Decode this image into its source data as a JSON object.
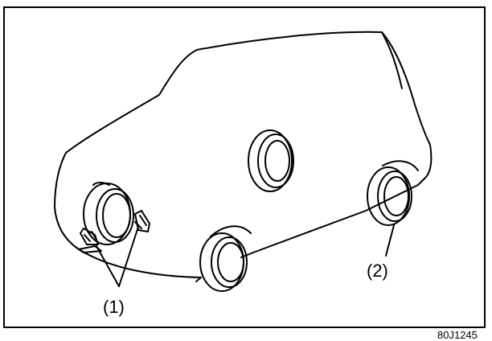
{
  "callouts": {
    "one": "(1)",
    "two": "(2)"
  },
  "figure_ref": "80J1245"
}
